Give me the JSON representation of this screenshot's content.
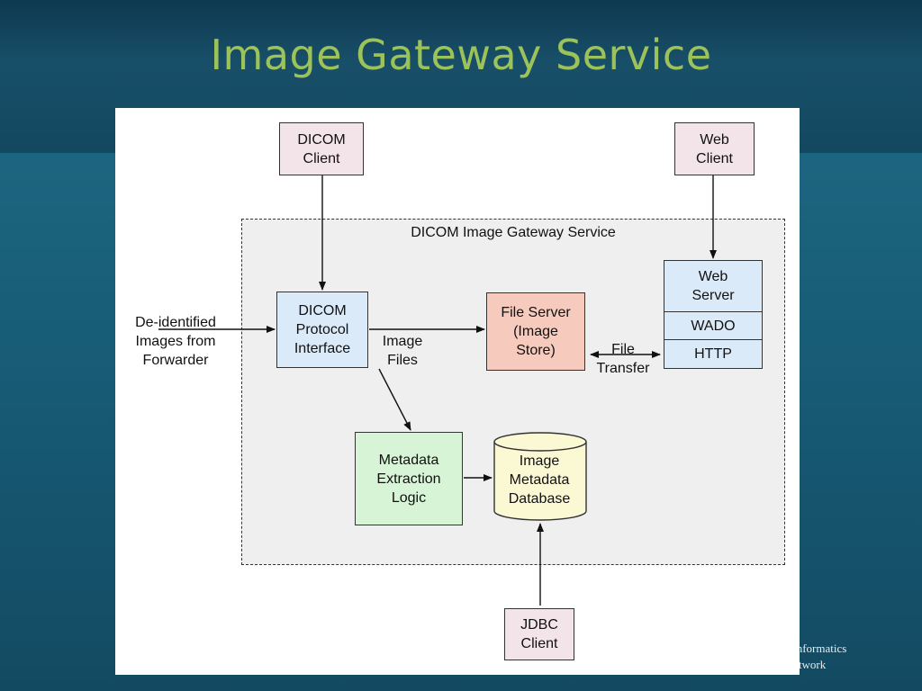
{
  "slide": {
    "title": "Image Gateway Service",
    "footer_line1": "cal Informatics",
    "footer_line2": "n Network"
  },
  "diagram": {
    "gateway_label": "DICOM Image Gateway Service",
    "dicom_client": "DICOM\nClient",
    "web_client": "Web\nClient",
    "dicom_protocol_interface": "DICOM\nProtocol\nInterface",
    "file_server": "File Server\n(Image\nStore)",
    "web_server": "Web\nServer",
    "wado": "WADO",
    "http": "HTTP",
    "metadata_extraction": "Metadata\nExtraction\nLogic",
    "image_metadata_db": "Image\nMetadata\nDatabase",
    "jdbc_client": "JDBC\nClient",
    "deidentified_label": "De-identified\nImages from\nForwarder",
    "image_files_label": "Image\nFiles",
    "file_transfer_label": "File\nTransfer"
  },
  "colors": {
    "title": "#9cc25a",
    "client_fill": "#f3e4ea",
    "interface_fill": "#dbeaf9",
    "file_server_fill": "#f6cbbe",
    "extraction_fill": "#d8f4d6",
    "database_fill": "#fbf8d4"
  }
}
